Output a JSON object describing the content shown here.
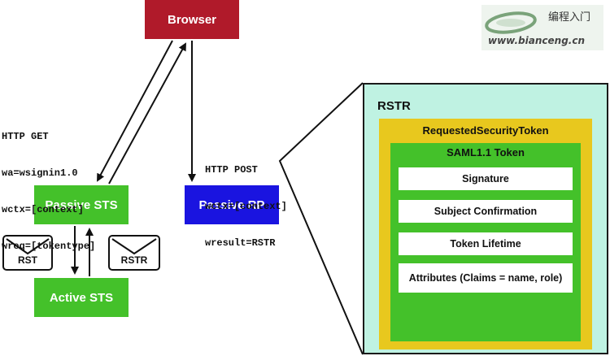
{
  "nodes": {
    "browser": "Browser",
    "passive_sts": "Passive STS",
    "active_sts": "Active STS",
    "passive_rp": "Passive RP"
  },
  "http_get": {
    "line1": "HTTP GET",
    "line2": "wa=wsignin1.0",
    "line3": "wctx=[context]",
    "line4": "wreq=[tokentype]"
  },
  "http_post": {
    "line1": "HTTP POST",
    "line2": "wctx=[context]",
    "line3": "wresult=RSTR"
  },
  "envelopes": {
    "rst": "RST",
    "rstr": "RSTR"
  },
  "rstr_panel": {
    "title": "RSTR",
    "requested_token": "RequestedSecurityToken",
    "saml_token": "SAML1.1 Token",
    "items": [
      "Signature",
      "Subject Confirmation",
      "Token Lifetime",
      "Attributes (Claims = name, role)"
    ]
  },
  "watermark": {
    "chinese": "编程入门",
    "url": "www.bianceng.cn"
  },
  "colors": {
    "browser": "#b01a2a",
    "sts": "#44c12a",
    "rp": "#1a14e0",
    "panel": "#bff2e2",
    "token": "#e8c81e"
  }
}
